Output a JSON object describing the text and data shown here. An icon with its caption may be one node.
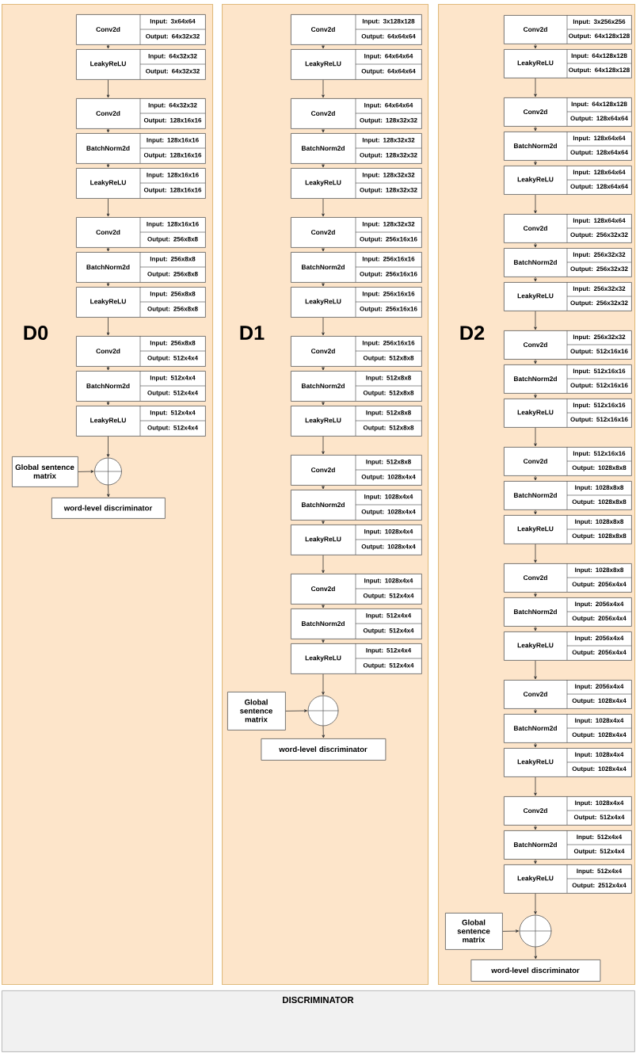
{
  "diagram": {
    "nodes": [
      {
        "text": [
          "D0"
        ]
      },
      {
        "text": [
          "Conv2d",
          "Input: 3x64x64",
          "Output: 64x32x32"
        ],
        "in": 0
      },
      {
        "text": [
          "LeakyReLU",
          "Input: 64x32x32",
          "Output: 64x32x32"
        ],
        "in": 0
      },
      {
        "text": [
          "Conv2d",
          "Input: 64x32x32",
          "Output: 128x16x16"
        ],
        "in": 0
      },
      {
        "text": [
          "BatchNorm2d",
          "Input: 128x16x16",
          "Output: 128x16x16"
        ],
        "in": 0
      },
      {
        "text": [
          "LeakyReLU",
          "Input: 128x16x16",
          "Output: 128x16x16"
        ],
        "in": 0
      },
      {
        "text": [
          "Conv2d",
          "Input: 128x16x16",
          "Output: 256x8x8"
        ],
        "in": 0
      },
      {
        "text": [
          "BatchNorm2d",
          "Input: 256x8x8",
          "Output: 256x8x8"
        ],
        "in": 0
      },
      {
        "text": [
          "LeakyReLU",
          "Input: 256x8x8",
          "Output: 256x8x8"
        ],
        "in": 0
      },
      {
        "text": [
          "Conv2d",
          "Input: 256x8x8",
          "Output: 512x4x4"
        ],
        "in": 0
      },
      {
        "text": [
          "BatchNorm2d",
          "Input: 512x4x4",
          "Output: 512x4x4"
        ],
        "in": 0
      },
      {
        "text": [
          "LeakyReLU",
          "Input: 512x4x4",
          "Output: 512x4x4"
        ],
        "in": 0
      },
      {
        "text": [
          "Global sentence matrix"
        ],
        "in": 0
      },
      {
        "text": [],
        "shape": "circle",
        "in": 0
      },
      {
        "text": [
          "word-level discriminator"
        ],
        "in": 0
      },
      {
        "text": [
          "D1"
        ]
      },
      {
        "text": [
          "Conv2d",
          "Input: 3x128x128",
          "Output: 64x64x64"
        ],
        "in": 15
      },
      {
        "text": [
          "LeakyReLU",
          "Input: 64x64x64",
          "Output: 64x64x64"
        ],
        "in": 15
      },
      {
        "text": [
          "Conv2d",
          "Input: 64x64x64",
          "Output: 128x32x32"
        ],
        "in": 15
      },
      {
        "text": [
          "BatchNorm2d",
          "Input: 128x32x32",
          "Output: 128x32x32"
        ],
        "in": 15
      },
      {
        "text": [
          "LeakyReLU",
          "Input: 128x32x32",
          "Output: 128x32x32"
        ],
        "in": 15
      },
      {
        "text": [
          "Conv2d",
          "Input: 128x32x32",
          "Output: 256x16x16"
        ],
        "in": 15
      },
      {
        "text": [
          "BatchNorm2d",
          "Input: 256x16x16",
          "Output: 256x16x16"
        ],
        "in": 15
      },
      {
        "text": [
          "LeakyReLU",
          "Input: 256x16x16",
          "Output: 256x16x16"
        ],
        "in": 15
      },
      {
        "text": [
          "Conv2d",
          "Input: 256x16x16",
          "Output: 512x8x8"
        ],
        "in": 15
      },
      {
        "text": [
          "BatchNorm2d",
          "Input: 512x8x8",
          "Output: 512x8x8"
        ],
        "in": 15
      },
      {
        "text": [
          "LeakyReLU",
          "Input: 512x8x8",
          "Output: 512x8x8"
        ],
        "in": 15
      },
      {
        "text": [
          "Conv2d",
          "Input: 512x8x8",
          "Output: 1028x4x4"
        ],
        "in": 15
      },
      {
        "text": [
          "BatchNorm2d",
          "Input: 1028x4x4",
          "Output: 1028x4x4"
        ],
        "in": 15
      },
      {
        "text": [
          "LeakyReLU",
          "Input: 1028x4x4",
          "Output: 1028x4x4"
        ],
        "in": 15
      },
      {
        "text": [
          "Conv2d",
          "Input: 1028x4x4",
          "Output: 512x4x4"
        ],
        "in": 15
      },
      {
        "text": [
          "BatchNorm2d",
          "Input: 512x4x4",
          "Output: 512x4x4"
        ],
        "in": 15
      },
      {
        "text": [
          "LeakyReLU",
          "Input: 512x4x4",
          "Output: 512x4x4"
        ],
        "in": 15
      },
      {
        "text": [
          "Global sentence matrix"
        ],
        "in": 15
      },
      {
        "text": [],
        "shape": "circle",
        "in": 15
      },
      {
        "text": [
          "word-level discriminator"
        ],
        "in": 15
      },
      {
        "text": [
          "D2"
        ]
      },
      {
        "text": [
          "Conv2d",
          "Input: 3x256x256",
          "Output: 64x128x128"
        ],
        "in": 36
      },
      {
        "text": [
          "LeakyReLU",
          "Input: 64x128x128",
          "Output: 64x128x128"
        ],
        "in": 36
      },
      {
        "text": [
          "Conv2d",
          "Input: 64x128x128",
          "Output: 128x64x64"
        ],
        "in": 36
      },
      {
        "text": [
          "BatchNorm2d",
          "Input: 128x64x64",
          "Output: 128x64x64"
        ],
        "in": 36
      },
      {
        "text": [
          "LeakyReLU",
          "Input: 128x64x64",
          "Output: 128x64x64"
        ],
        "in": 36
      },
      {
        "text": [
          "Conv2d",
          "Input: 128x64x64",
          "Output: 256x32x32"
        ],
        "in": 36
      },
      {
        "text": [
          "BatchNorm2d",
          "Input: 256x32x32",
          "Output: 256x32x32"
        ],
        "in": 36
      },
      {
        "text": [
          "LeakyReLU",
          "Input: 256x32x32",
          "Output: 256x32x32"
        ],
        "in": 36
      },
      {
        "text": [
          "Conv2d",
          "Input: 256x32x32",
          "Output: 512x16x16"
        ],
        "in": 36
      },
      {
        "text": [
          "BatchNorm2d",
          "Input: 512x16x16",
          "Output: 512x16x16"
        ],
        "in": 36
      },
      {
        "text": [
          "LeakyReLU",
          "Input: 512x16x16",
          "Output: 512x16x16"
        ],
        "in": 36
      },
      {
        "text": [
          "Conv2d",
          "Input: 512x16x16",
          "Output: 1028x8x8"
        ],
        "in": 36
      },
      {
        "text": [
          "BatchNorm2d",
          "Input: 1028x8x8",
          "Output: 1028x8x8"
        ],
        "in": 36
      },
      {
        "text": [
          "LeakyReLU",
          "Input: 1028x8x8",
          "Output: 1028x8x8"
        ],
        "in": 36
      },
      {
        "text": [
          "Conv2d",
          "Input: 1028x8x8",
          "Output: 2056x4x4"
        ],
        "in": 36
      },
      {
        "text": [
          "BatchNorm2d",
          "Input: 2056x4x4",
          "Output: 2056x4x4"
        ],
        "in": 36
      },
      {
        "text": [
          "LeakyReLU",
          "Input: 2056x4x4",
          "Output: 2056x4x4"
        ],
        "in": 36
      },
      {
        "text": [
          "Conv2d",
          "Input: 2056x4x4",
          "Output: 1028x4x4"
        ],
        "in": 36
      },
      {
        "text": [
          "BatchNorm2d",
          "Input: 1028x4x4",
          "Output: 1028x4x4"
        ],
        "in": 36
      },
      {
        "text": [
          "LeakyReLU",
          "Input: 1028x4x4",
          "Output: 1028x4x4"
        ],
        "in": 36
      },
      {
        "text": [
          "Conv2d",
          "Input: 1028x4x4",
          "Output: 512x4x4"
        ],
        "in": 36
      },
      {
        "text": [
          "BatchNorm2d",
          "Input: 512x4x4",
          "Output: 512x4x4"
        ],
        "in": 36
      },
      {
        "text": [
          "LeakyReLU",
          "Input: 512x4x4",
          "Output: 2512x4x4"
        ],
        "in": 36
      },
      {
        "text": [
          "Global sentence matrix"
        ],
        "in": 36
      },
      {
        "text": [],
        "shape": "circle",
        "in": 36
      },
      {
        "text": [
          "word-level discriminator"
        ],
        "in": 36
      },
      {
        "text": [
          "DISCRIMINATOR"
        ]
      }
    ],
    "edges": [
      {
        "from": 1,
        "to": 2,
        "arrow": "to"
      },
      {
        "from": 2,
        "to": 3,
        "arrow": "to"
      },
      {
        "from": 3,
        "to": 4,
        "arrow": "to"
      },
      {
        "from": 4,
        "to": 5,
        "arrow": "to"
      },
      {
        "from": 5,
        "to": 6,
        "arrow": "to"
      },
      {
        "from": 6,
        "to": 7,
        "arrow": "to"
      },
      {
        "from": 7,
        "to": 8,
        "arrow": "to"
      },
      {
        "from": 8,
        "to": 9,
        "arrow": "to"
      },
      {
        "from": 9,
        "to": 10,
        "arrow": "to"
      },
      {
        "from": 10,
        "to": 11,
        "arrow": "to"
      },
      {
        "from": 11,
        "to": 13,
        "arrow": "to"
      },
      {
        "from": 12,
        "to": 13,
        "arrow": "to"
      },
      {
        "from": 13,
        "to": 14,
        "arrow": "to"
      },
      {
        "from": 16,
        "to": 17,
        "arrow": "to"
      },
      {
        "from": 17,
        "to": 18,
        "arrow": "to"
      },
      {
        "from": 18,
        "to": 19,
        "arrow": "to"
      },
      {
        "from": 19,
        "to": 20,
        "arrow": "to"
      },
      {
        "from": 20,
        "to": 21,
        "arrow": "to"
      },
      {
        "from": 21,
        "to": 22,
        "arrow": "to"
      },
      {
        "from": 22,
        "to": 23,
        "arrow": "to"
      },
      {
        "from": 23,
        "to": 24,
        "arrow": "to"
      },
      {
        "from": 24,
        "to": 25,
        "arrow": "to"
      },
      {
        "from": 25,
        "to": 26,
        "arrow": "to"
      },
      {
        "from": 26,
        "to": 27,
        "arrow": "to"
      },
      {
        "from": 27,
        "to": 28,
        "arrow": "to"
      },
      {
        "from": 28,
        "to": 29,
        "arrow": "to"
      },
      {
        "from": 29,
        "to": 30,
        "arrow": "to"
      },
      {
        "from": 30,
        "to": 31,
        "arrow": "to"
      },
      {
        "from": 31,
        "to": 32,
        "arrow": "to"
      },
      {
        "from": 32,
        "to": 34,
        "arrow": "to"
      },
      {
        "from": 33,
        "to": 34,
        "arrow": "to"
      },
      {
        "from": 34,
        "to": 35,
        "arrow": "to"
      },
      {
        "from": 37,
        "to": 38,
        "arrow": "to"
      },
      {
        "from": 38,
        "to": 39,
        "arrow": "to"
      },
      {
        "from": 39,
        "to": 40,
        "arrow": "to"
      },
      {
        "from": 40,
        "to": 41,
        "arrow": "to"
      },
      {
        "from": 41,
        "to": 42,
        "arrow": "to"
      },
      {
        "from": 42,
        "to": 43,
        "arrow": "to"
      },
      {
        "from": 43,
        "to": 44,
        "arrow": "to"
      },
      {
        "from": 44,
        "to": 45,
        "arrow": "to"
      },
      {
        "from": 45,
        "to": 46,
        "arrow": "to"
      },
      {
        "from": 46,
        "to": 47,
        "arrow": "to"
      },
      {
        "from": 47,
        "to": 48,
        "arrow": "to"
      },
      {
        "from": 48,
        "to": 49,
        "arrow": "to"
      },
      {
        "from": 49,
        "to": 50,
        "arrow": "to"
      },
      {
        "from": 50,
        "to": 51,
        "arrow": "to"
      },
      {
        "from": 51,
        "to": 52,
        "arrow": "to"
      },
      {
        "from": 52,
        "to": 53,
        "arrow": "to"
      },
      {
        "from": 53,
        "to": 54,
        "arrow": "to"
      },
      {
        "from": 54,
        "to": 55,
        "arrow": "to"
      },
      {
        "from": 55,
        "to": 56,
        "arrow": "to"
      },
      {
        "from": 56,
        "to": 57,
        "arrow": "to"
      },
      {
        "from": 57,
        "to": 58,
        "arrow": "to"
      },
      {
        "from": 58,
        "to": 59,
        "arrow": "to"
      },
      {
        "from": 59,
        "to": 61,
        "arrow": "to"
      },
      {
        "from": 60,
        "to": 61,
        "arrow": "to"
      },
      {
        "from": 61,
        "to": 62,
        "arrow": "to"
      }
    ]
  }
}
